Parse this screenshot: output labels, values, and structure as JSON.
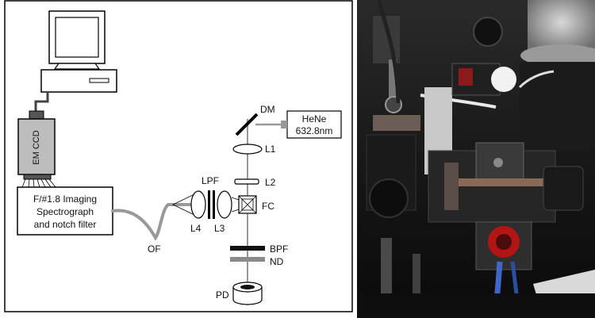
{
  "schematic": {
    "labels": {
      "em_ccd": "EM CCD",
      "spectrograph_line1": "F/#1.8 Imaging",
      "spectrograph_line2": "Spectrograph",
      "spectrograph_line3": "and notch filter",
      "hene_line1": "HeNe",
      "hene_line2": "632.8nm",
      "dm": "DM",
      "l1": "L1",
      "l2": "L2",
      "lpf": "LPF",
      "l3": "L3",
      "l4": "L4",
      "fc": "FC",
      "of": "OF",
      "bpf": "BPF",
      "nd": "ND",
      "pd": "PD"
    },
    "colors": {
      "frame": "#000000",
      "laser_path": "#999999",
      "fiber": "#999999",
      "ccd_body": "#bdbdbd",
      "nd_filter": "#8a8a8a",
      "bpf_filter": "#111111"
    }
  },
  "photo": {
    "description_icons": [
      "optical-breadboard",
      "ccd-camera",
      "fiber-cable"
    ]
  }
}
